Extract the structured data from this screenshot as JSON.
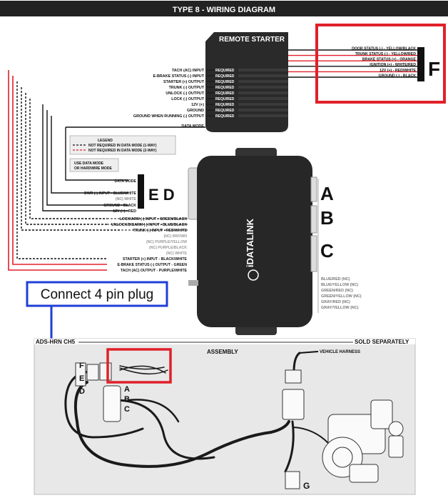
{
  "title": "TYPE 8 - WIRING DIAGRAM",
  "remote_starter": {
    "title": "REMOTE STARTER",
    "required_label": "REQUIRED",
    "wires": [
      "TACH (AC) INPUT",
      "E-BRAKE STATUS (-) INPUT",
      "STARTER (+) OUTPUT",
      "TRUNK (-) OUTPUT",
      "UNLOCK (-) OUTPUT",
      "LOCK (-) OUTPUT",
      "12V (+)",
      "GROUND",
      "GROUND WHEN RUNNING (-) OUTPUT",
      "DATA MODE"
    ]
  },
  "section_f": {
    "letter": "F",
    "wires": [
      "DOOR STATUS (-) - YELLOW/BLACK",
      "TRUNK STATUS (-) - YELLOW/RED",
      "BRAKE STATUS (+) - ORANGE",
      "IGNITION (+) - WHITE/RED",
      "12V (+) - RED/WHITE",
      "GROUND (-) - BLACK"
    ]
  },
  "legend": {
    "title": "LEGEND",
    "items": [
      "NOT REQUIRED IN DATA MODE (1-WAY)",
      "NOT REQUIRED IN DATA MODE (2-WAY)"
    ],
    "note_line1": "USE DATA MODE",
    "note_line2": "OR HARDWIRE MODE"
  },
  "section_ed": {
    "letters": "E D",
    "wires": [
      "DATA MODE",
      "DWR (-) INPUT - BLUE/WHITE",
      "(NC) WHITE",
      "GROUND - BLACK",
      "12V (+) - RED"
    ]
  },
  "module": {
    "brand": "iDATALINK"
  },
  "side_letters": [
    "A",
    "B",
    "C"
  ],
  "wires_b": [
    "LOCK/ARM (-) INPUT - GREEN/BLACK",
    "UNLOCK/DISARM (-) INPUT - BLUE/BLACK",
    "TRUNK (-) INPUT - RED/WHITE"
  ],
  "wires_c": [
    "(NC) BROWN",
    "(NC) PURPLE/YELLOW",
    "(NC) PURPLE/BLACK",
    "(NC) WHITE",
    "STARTER (+) INPUT - BLACK/WHITE",
    "E-BRAKE STATUS (-) OUTPUT - GREEN",
    "TACH (AC) OUTPUT - PURPLE/WHITE"
  ],
  "wires_nc": [
    "BLUE/RED (NC)",
    "BLUE/YELLOW (NC)",
    "GREEN/RED (NC)",
    "GREEN/YELLOW (NC)",
    "GRAY/RED (NC)",
    "GRAY/YELLOW (NC)"
  ],
  "annotation": "Connect 4 pin plug",
  "assembly": {
    "part_name": "ADS-HRN CH5",
    "sold_separately": "SOLD SEPARATELY",
    "label": "ASSEMBLY",
    "vehicle_harness": "VEHICLE HARNESS",
    "letters_left": [
      "F",
      "E",
      "D"
    ],
    "letters_right": [
      "A",
      "B",
      "C"
    ],
    "letter_g": "G"
  },
  "colors": {
    "red": "#e0202a",
    "blue": "#1f3fd6",
    "dark": "#222222",
    "panel": "#e8e8e8"
  }
}
